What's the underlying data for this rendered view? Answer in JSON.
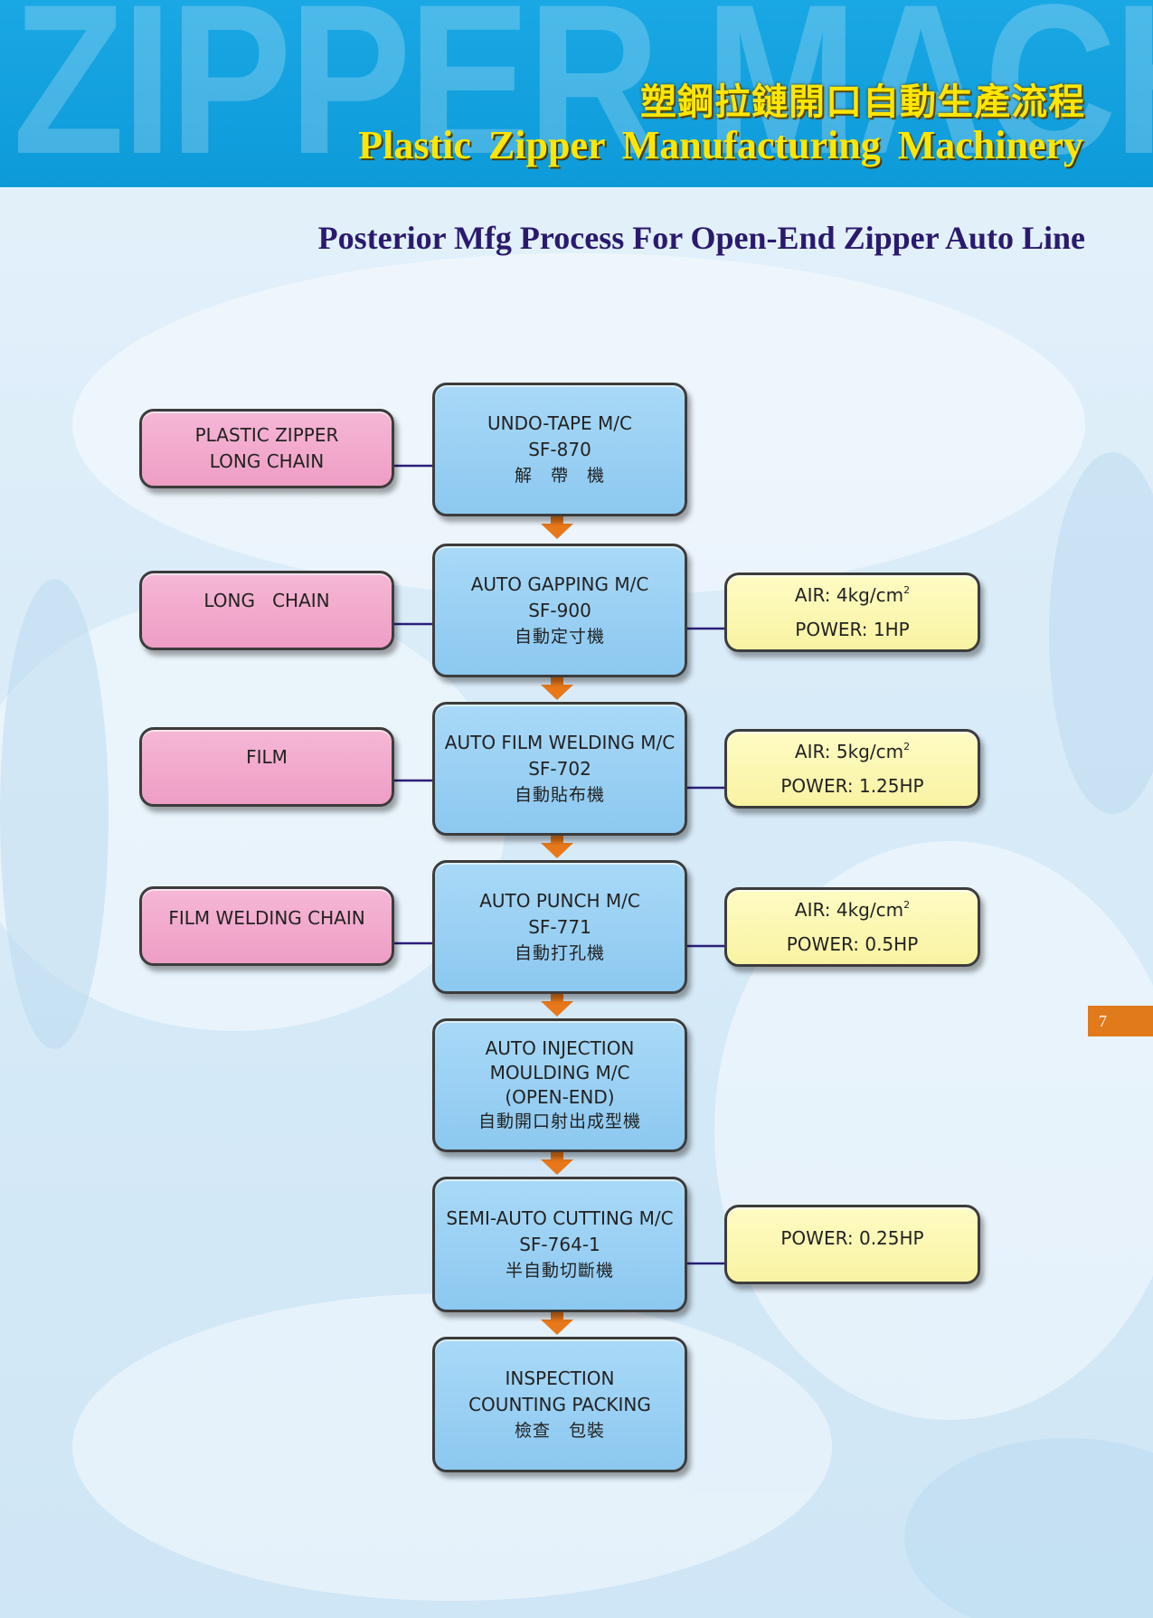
{
  "header": {
    "watermark": "ZIPPER MACHINE",
    "title_cn": "塑鋼拉鏈開口自動生產流程",
    "title_en": "Plastic Zipper Manufacturing Machinery"
  },
  "subtitle": "Posterior Mfg Process For Open-End Zipper Auto Line",
  "page_number": "7",
  "colors": {
    "header_blue": "#0d9ad9",
    "title_yellow": "#ffe600",
    "process_box": "#8cc8f0",
    "input_box": "#ee9ec4",
    "spec_box": "#f8f3a2",
    "flow_arrow": "#e8781a",
    "connector": "#2a1f7a"
  },
  "flow": {
    "steps": [
      {
        "name": "UNDO-TAPE M/C",
        "model": "SF-870",
        "cn": "解　帶　機"
      },
      {
        "name": "AUTO  GAPPING M/C",
        "model": "SF-900",
        "cn": "自動定寸機"
      },
      {
        "name": "AUTO FILM WELDING M/C",
        "model": "SF-702",
        "cn": "自動貼布機"
      },
      {
        "name": "AUTO PUNCH M/C",
        "model": "SF-771",
        "cn": "自動打孔機"
      },
      {
        "name": "AUTO INJECTION",
        "name2": "MOULDING M/C",
        "name3": "(OPEN-END)",
        "cn": "自動開口射出成型機"
      },
      {
        "name": "SEMI-AUTO CUTTING M/C",
        "model": "SF-764-1",
        "cn": "半自動切斷機"
      },
      {
        "name": "INSPECTION",
        "name2": "COUNTING PACKING",
        "cn": "檢查　包裝"
      }
    ],
    "inputs": [
      {
        "line1": "PLASTIC ZIPPER",
        "line2": "LONG CHAIN"
      },
      {
        "line1": "LONG   CHAIN"
      },
      {
        "line1": "FILM"
      },
      {
        "line1": "FILM WELDING CHAIN"
      }
    ],
    "specs": [
      {
        "air": "AIR: 4kg/cm",
        "power": "POWER: 1HP"
      },
      {
        "air": "AIR: 5kg/cm",
        "power": "POWER: 1.25HP"
      },
      {
        "air": "AIR: 4kg/cm",
        "power": "POWER: 0.5HP"
      },
      {
        "power": "POWER: 0.25HP"
      }
    ],
    "unit_superscript": "2"
  }
}
